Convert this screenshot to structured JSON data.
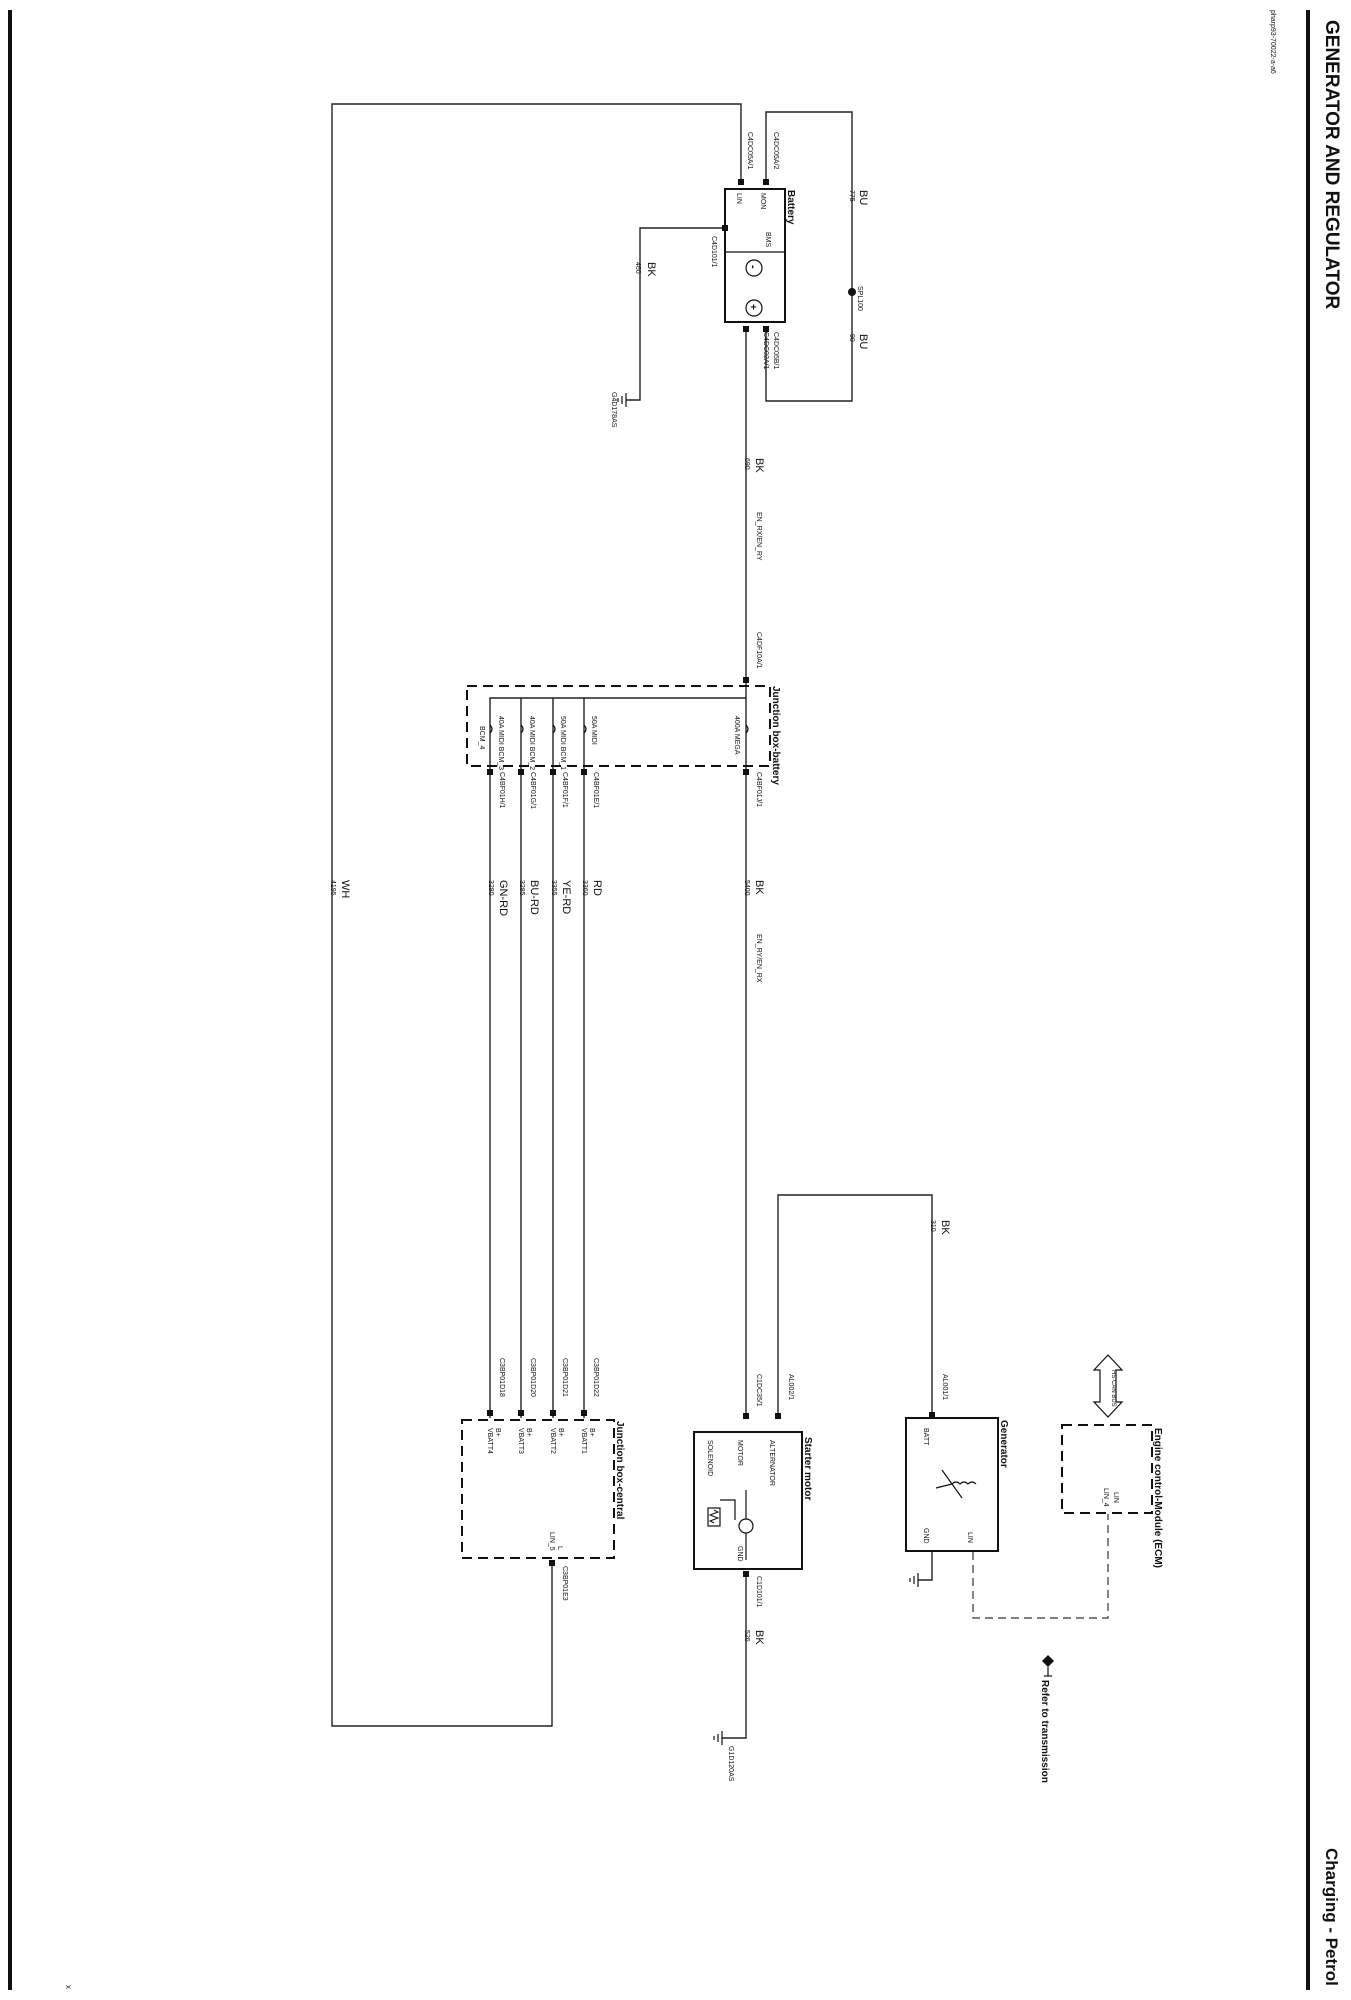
{
  "page": {
    "title": "GENERATOR AND REGULATOR",
    "subtitle": "Charging - Petrol",
    "doc_code": "pharp93-70022-a-a6",
    "corner_mark": "x"
  },
  "components": {
    "battery": {
      "name": "Battery",
      "bms": "BMS",
      "lin": "LIN",
      "mon": "MON",
      "minus": "-",
      "plus": "+"
    },
    "jb_battery": {
      "name": "Junction box-battery",
      "mega": "400A MEGA",
      "f1": "50A MIDI",
      "f2": "50A MIDI BCM_1",
      "f3": "40A MIDI BCM_2",
      "f4": "40A MIDI BCM_3",
      "f5": "BCM_4"
    },
    "jb_central": {
      "name": "Junction box-central",
      "b1": "B+",
      "b1s": "VBATT1",
      "b2": "B+",
      "b2s": "VBATT2",
      "b3": "B+",
      "b3s": "VBATT3",
      "b4": "B+",
      "b4s": "VBATT4",
      "lin": "L",
      "lin_s": "LIN_5"
    },
    "starter": {
      "name": "Starter motor",
      "alt": "ALTERNATOR",
      "motor": "MOTOR",
      "sol": "SOLENOID",
      "gnd": "GND"
    },
    "generator": {
      "name": "Generator",
      "batt": "BATT",
      "gnd": "GND",
      "lin": "LIN"
    },
    "ecm": {
      "name": "Engine control-Module (ECM)",
      "lin": "LIN",
      "lin_s": "LIN_4",
      "bus": "HS CAN BUS"
    },
    "spl": "SPL100",
    "refer": "Refer to transmission"
  },
  "connectors": {
    "c_lin": "C4DC05A/1",
    "c_mon": "C4DC05A/2",
    "c_bms": "C4D101/1",
    "c_pos": "C4DC05B/1",
    "c_pos2": "C4DC02A/1",
    "c_jbin": "C4DF10A/1",
    "c_jbout": "C4BF01J/1",
    "c_e1": "C4BF01E/1",
    "c_f1": "C4BF01F/1",
    "c_g1": "C4BF01G/1",
    "c_h1": "C4BF01H/1",
    "c_d22": "C3BP01D22",
    "c_d21": "C3BP01D21",
    "c_d20": "C3BP01D20",
    "c_d18": "C3BP01D18",
    "c_e3": "C3BP01E3",
    "c_al2": "AL002/1",
    "c_al1": "AL001/1",
    "c_st": "C1DC35/1",
    "c_gnd": "C1D101/1",
    "g_bat": "G4D178AS",
    "g_st": "G1D120AS"
  },
  "wires": {
    "w775": {
      "color": "BU",
      "num": "775"
    },
    "w90": {
      "color": "BU",
      "num": "90"
    },
    "w460": {
      "color": "BK",
      "num": "460"
    },
    "w690": {
      "color": "BK",
      "num": "690",
      "net": "EN_RX/EN_RY"
    },
    "w5400": {
      "color": "BK",
      "num": "5400",
      "net": "EN_RY/EN_RX"
    },
    "w3360": {
      "color": "RD",
      "num": "3360"
    },
    "w3355": {
      "color": "YE-RD",
      "num": "3355"
    },
    "w3285": {
      "color": "BU-RD",
      "num": "3285"
    },
    "w3280": {
      "color": "GN-RD",
      "num": "3280"
    },
    "w4195": {
      "color": "WH",
      "num": "4195"
    },
    "w310": {
      "color": "BK",
      "num": "310"
    },
    "w526": {
      "color": "BK",
      "num": "526"
    }
  }
}
